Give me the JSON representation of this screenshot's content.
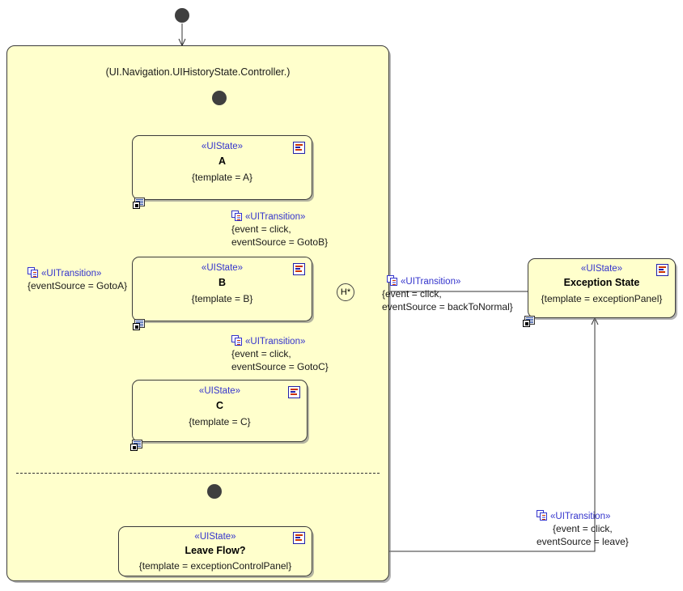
{
  "diagram": {
    "kind": "uml-state-machine",
    "title": "(UI.Navigation.UIHistoryState.Controller.)",
    "colors": {
      "region_fill": "#ffffcc",
      "state_fill": "#ffffcc",
      "border": "#3a3a3a",
      "stereotype_text": "#3333cc",
      "body_text": "#1a1a1a",
      "pseudostate_fill": "#3f3f3f"
    }
  },
  "region": {
    "name": "controller-region",
    "title": "(UI.Navigation.UIHistoryState.Controller.)"
  },
  "states": {
    "a": {
      "stereotype": "«UIState»",
      "name": "A",
      "tagged_value": "{template = A}"
    },
    "b": {
      "stereotype": "«UIState»",
      "name": "B",
      "tagged_value": "{template = B}"
    },
    "c": {
      "stereotype": "«UIState»",
      "name": "C",
      "tagged_value": "{template = C}"
    },
    "exception": {
      "stereotype": "«UIState»",
      "name": "Exception State",
      "tagged_value": "{template = exceptionPanel}"
    },
    "leave_flow": {
      "stereotype": "«UIState»",
      "name": "Leave Flow?",
      "tagged_value": "{template = exceptionControlPanel}"
    }
  },
  "pseudostates": {
    "initial_outer": "initial-node",
    "initial_region": "initial-node",
    "initial_lower": "initial-node",
    "history": "H*"
  },
  "transitions": {
    "a_to_b": {
      "stereotype": "«UITransition»",
      "line1": "{event = click,",
      "line2": "eventSource = GotoB}"
    },
    "b_to_c": {
      "stereotype": "«UITransition»",
      "line1": "{event = click,",
      "line2": "eventSource = GotoC}"
    },
    "c_to_a": {
      "stereotype": "«UITransition»",
      "line1": "{eventSource = GotoA}",
      "line2": ""
    },
    "exception_to_history": {
      "stereotype": "«UITransition»",
      "line1": "{event = click,",
      "line2": "eventSource = backToNormal}"
    },
    "leave_to_exception": {
      "stereotype": "«UITransition»",
      "line1": "{event = click,",
      "line2": "eventSource = leave}"
    }
  }
}
